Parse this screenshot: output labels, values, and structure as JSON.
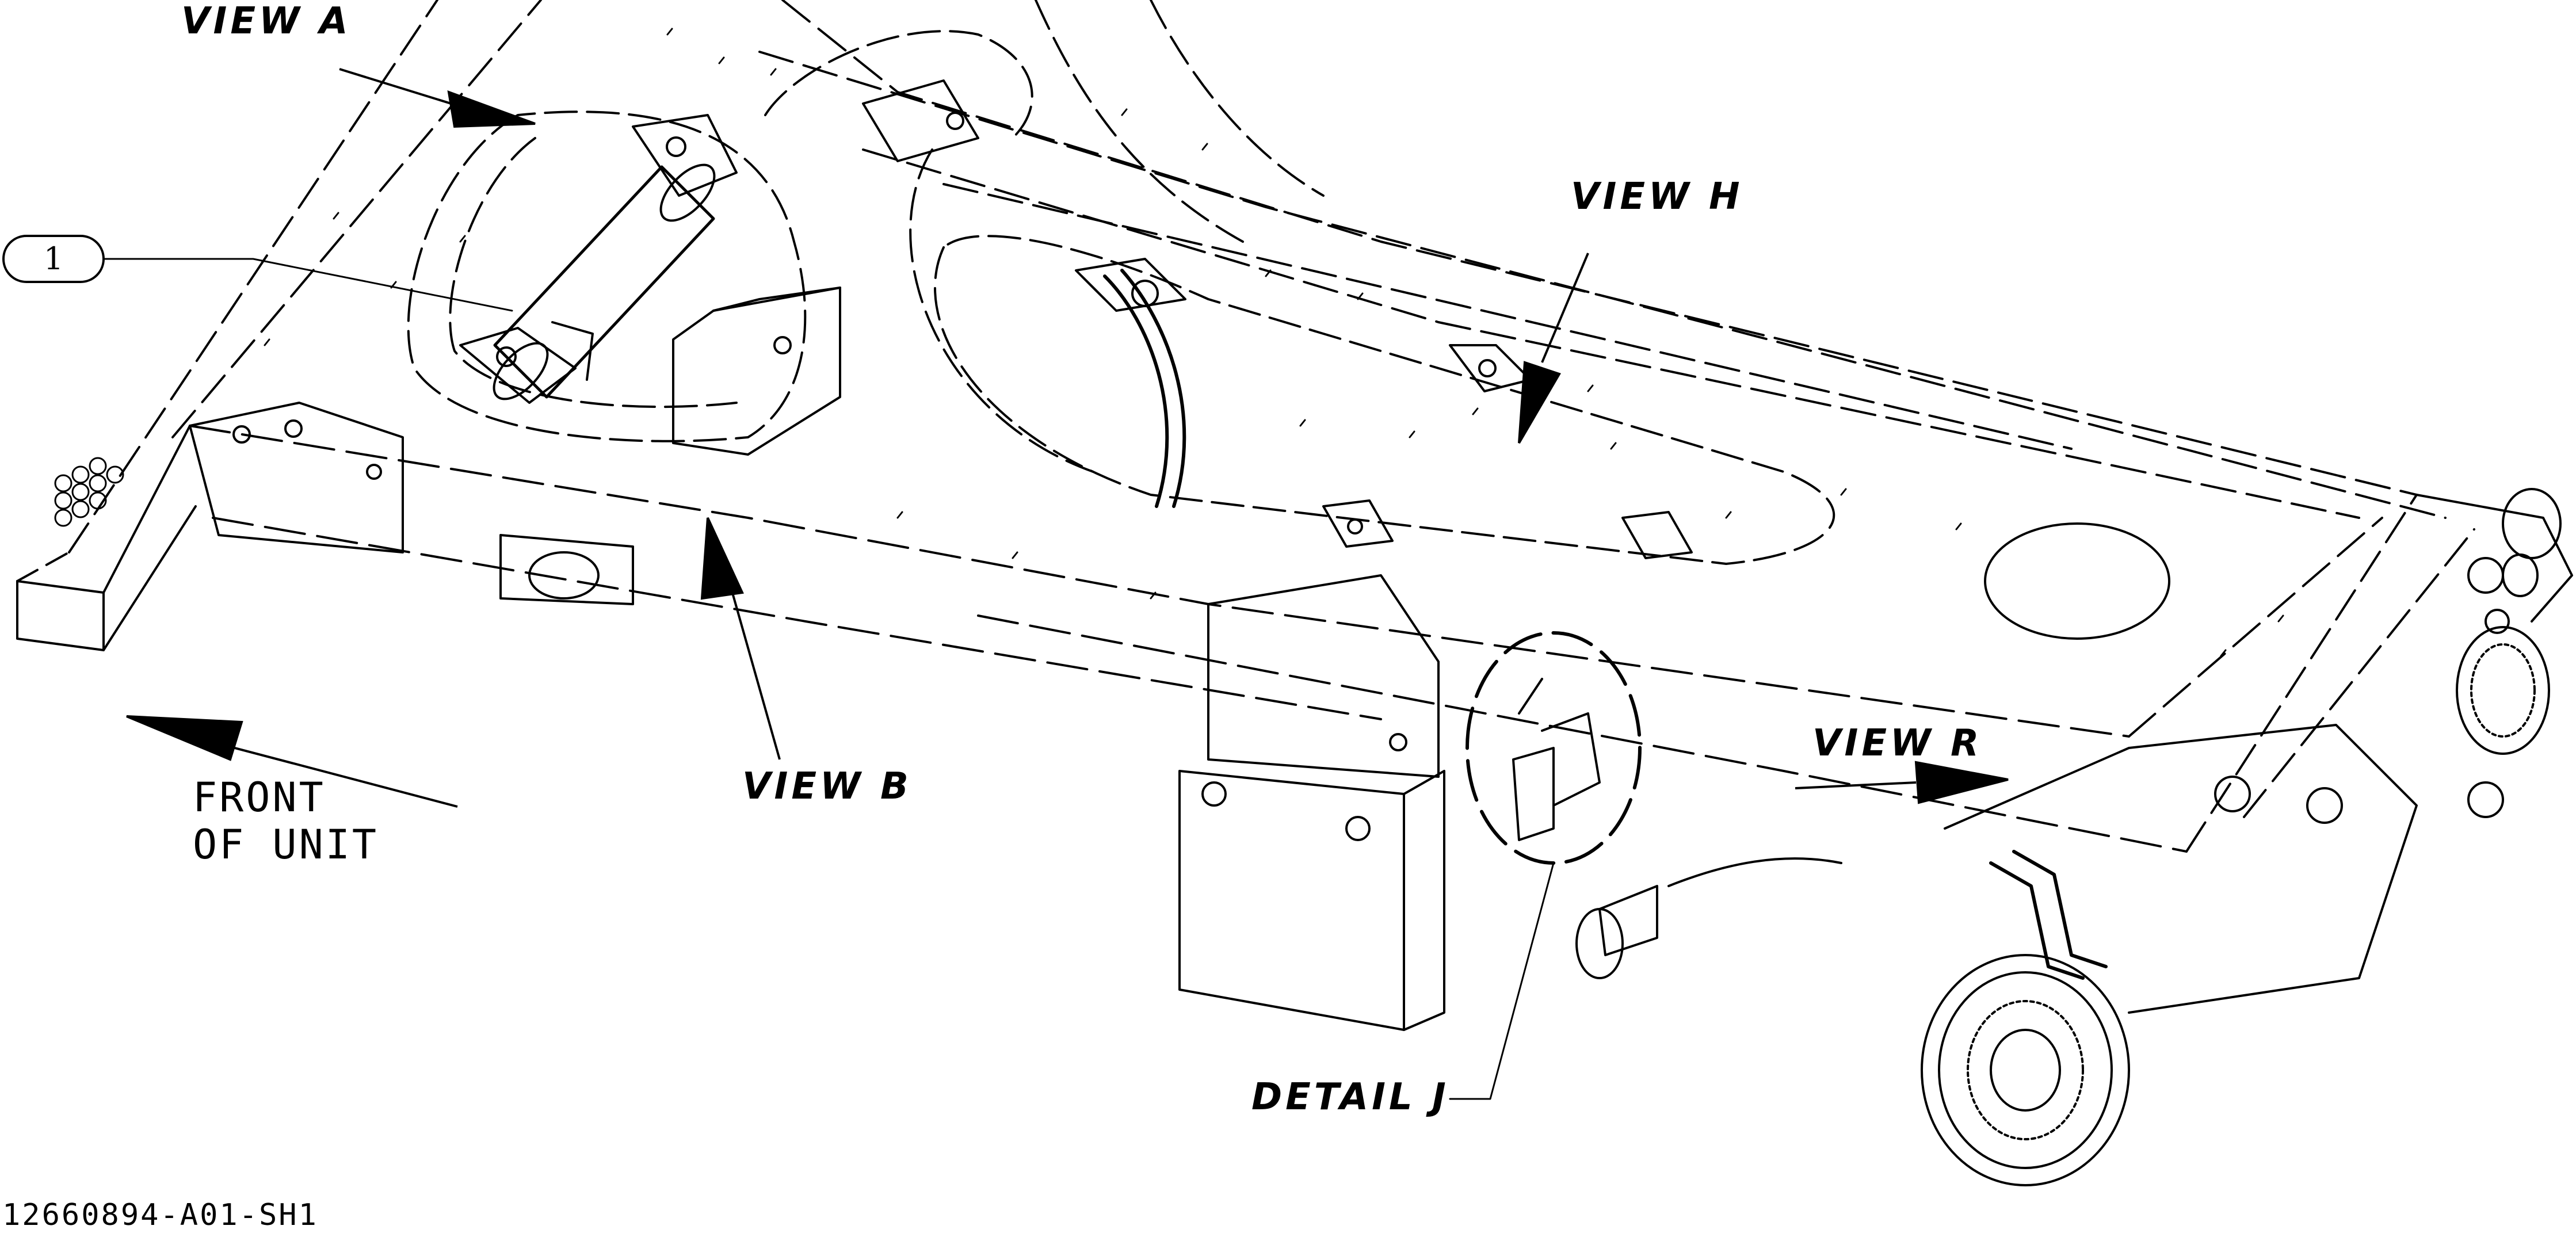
{
  "labels": {
    "view_a": "VIEW A",
    "view_b": "VIEW B",
    "view_h": "VIEW H",
    "view_r": "VIEW R",
    "detail_j": "DETAIL J",
    "front_line1": "FRONT",
    "front_line2": "OF UNIT",
    "callout_1": "1",
    "document_number": "12660894-A01-SH1"
  },
  "colors": {
    "ink": "#000000",
    "paper": "#ffffff"
  }
}
